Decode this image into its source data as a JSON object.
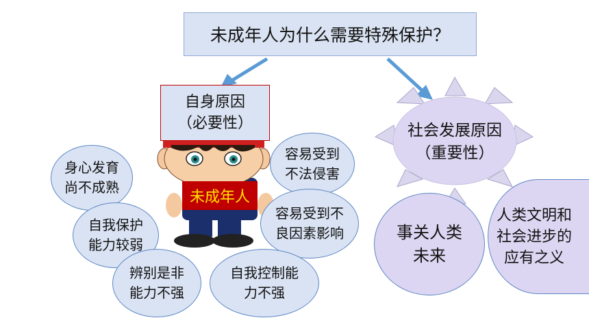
{
  "title": "未成年人为什么需要特殊保护？",
  "self_reason": {
    "line1": "自身原因",
    "line2": "（必要性）"
  },
  "social_reason": {
    "line1": "社会发展原因",
    "line2": "（重要性）"
  },
  "minor_label": "未成年人",
  "self_bubbles": [
    "身心发育\n尚不成熟",
    "容易受到\n不法侵害",
    "容易受到不\n良因素影响",
    "自我保护\n能力较弱",
    "辨别是非\n能力不强",
    "自我控制能\n力不强"
  ],
  "social_bubbles": [
    "事关人类\n未来",
    "人类文明和\n社会进步的\n应有之义"
  ],
  "colors": {
    "box_fill": "#dae3f3",
    "bubble_fill": "#dae3f3",
    "big_bubble_fill": "#ddd6f2",
    "accent_red": "#c00000",
    "label_yellow": "#ffe100",
    "arrow": "#5b9bd5"
  }
}
